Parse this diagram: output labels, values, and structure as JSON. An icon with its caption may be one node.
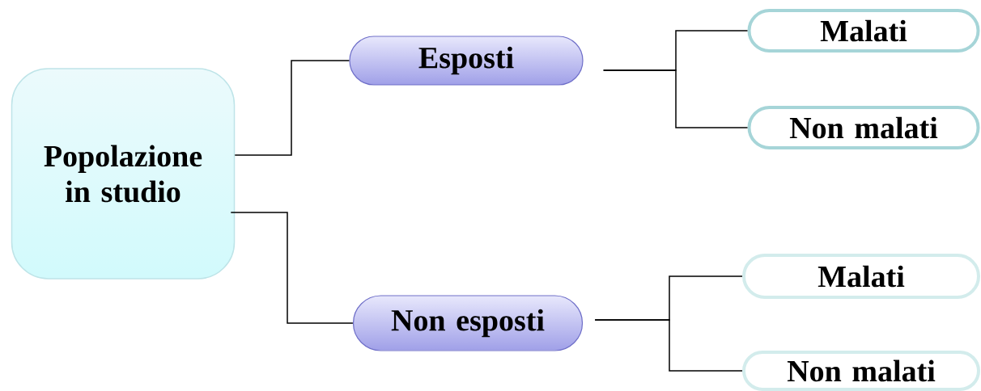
{
  "diagram": {
    "nodes": [
      {
        "text": [
          "Popolazione in studio"
        ]
      },
      {
        "text": [
          "Esposti"
        ]
      },
      {
        "text": [
          "Non esposti"
        ]
      },
      {
        "text": [
          "Malati"
        ]
      },
      {
        "text": [
          "Non malati"
        ]
      },
      {
        "text": [
          "Malati"
        ]
      },
      {
        "text": [
          "Non malati"
        ]
      }
    ],
    "edges": [
      {
        "from": 0,
        "to": 1,
        "arrow": "none"
      },
      {
        "from": 0,
        "to": 2,
        "arrow": "none"
      },
      {
        "from": 1,
        "to": 3,
        "arrow": "none"
      },
      {
        "from": 1,
        "to": 4,
        "arrow": "none"
      },
      {
        "from": 2,
        "to": 5,
        "arrow": "none"
      },
      {
        "from": 2,
        "to": 6,
        "arrow": "none"
      }
    ]
  }
}
